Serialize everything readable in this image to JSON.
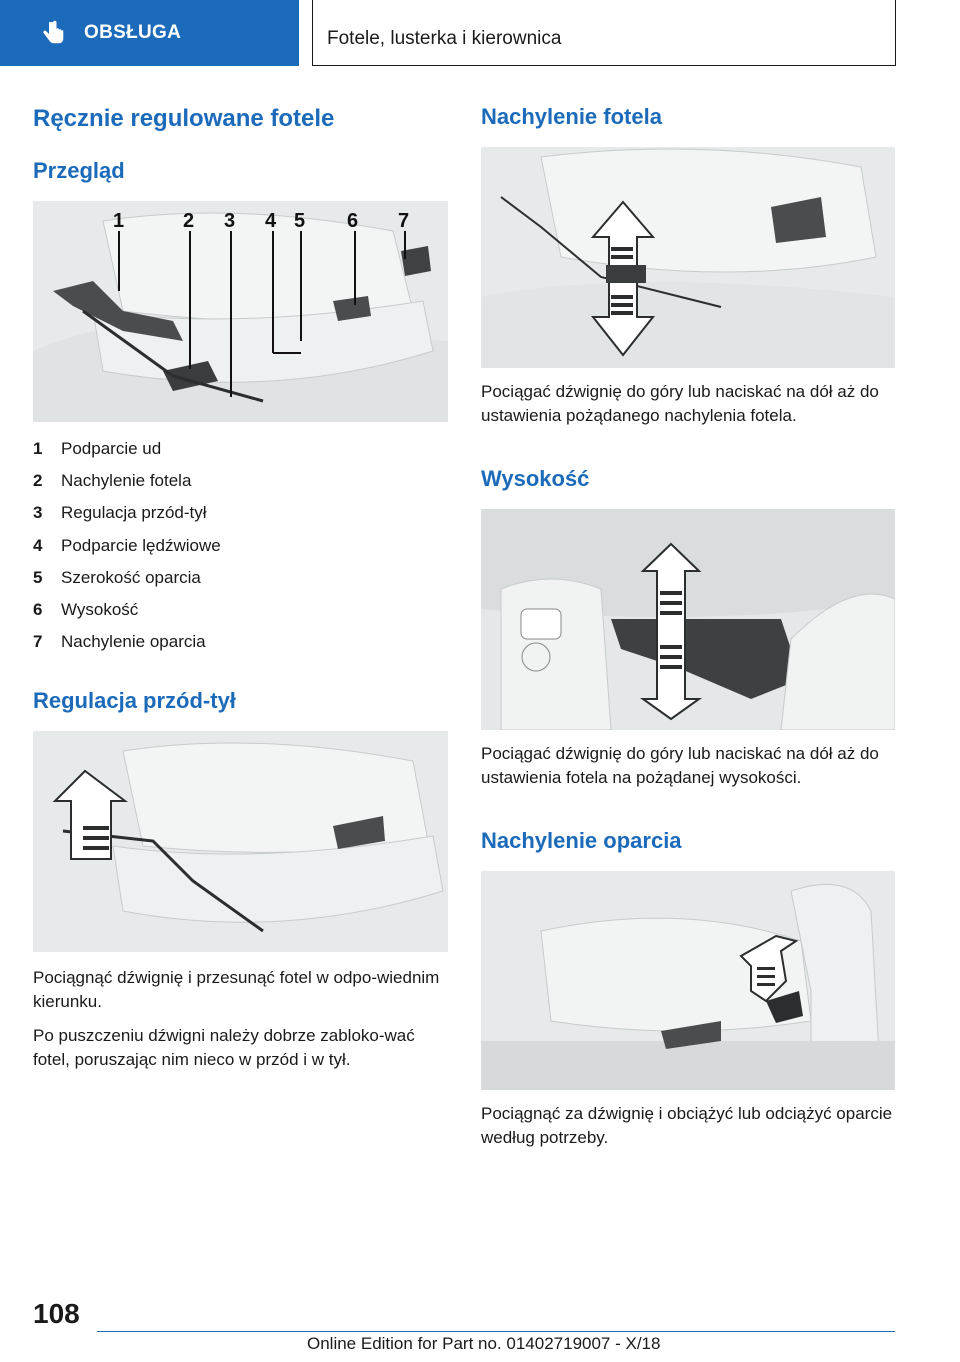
{
  "header": {
    "tab_label": "OBSŁUGA",
    "section_title": "Fotele, lusterka i kierownica"
  },
  "left": {
    "title": "Ręcznie regulowane fotele",
    "overview_heading": "Przegląd",
    "legend": [
      {
        "num": "1",
        "label": "Podparcie ud"
      },
      {
        "num": "2",
        "label": "Nachylenie fotela"
      },
      {
        "num": "3",
        "label": "Regulacja przód-tył"
      },
      {
        "num": "4",
        "label": "Podparcie lędźwiowe"
      },
      {
        "num": "5",
        "label": "Szerokość oparcia"
      },
      {
        "num": "6",
        "label": "Wysokość"
      },
      {
        "num": "7",
        "label": "Nachylenie oparcia"
      }
    ],
    "fore_aft_heading": "Regulacja przód-tył",
    "fore_aft_p1": "Pociągnąć dźwignię i przesunąć fotel w odpo-wiednim kierunku.",
    "fore_aft_p2": "Po puszczeniu dźwigni należy dobrze zabloko-wać fotel, poruszając nim nieco w przód i w tył."
  },
  "right": {
    "tilt_heading": "Nachylenie fotela",
    "tilt_text": "Pociągać dźwignię do góry lub naciskać na dół aż do ustawienia pożądanego nachylenia fotela.",
    "height_heading": "Wysokość",
    "height_text": "Pociągać dźwignię do góry lub naciskać na dół aż do ustawienia fotela na pożądanej wysokości.",
    "backrest_heading": "Nachylenie oparcia",
    "backrest_text": "Pociągnąć za dźwignię i obciążyć lub odciążyć oparcie według potrzeby."
  },
  "footer": {
    "page_number": "108",
    "edition": "Online Edition for Part no. 01402719007 - X/18"
  },
  "icons": {
    "header_icon": "hand-pointer-icon"
  },
  "colors": {
    "accent": "#1c6bba"
  }
}
